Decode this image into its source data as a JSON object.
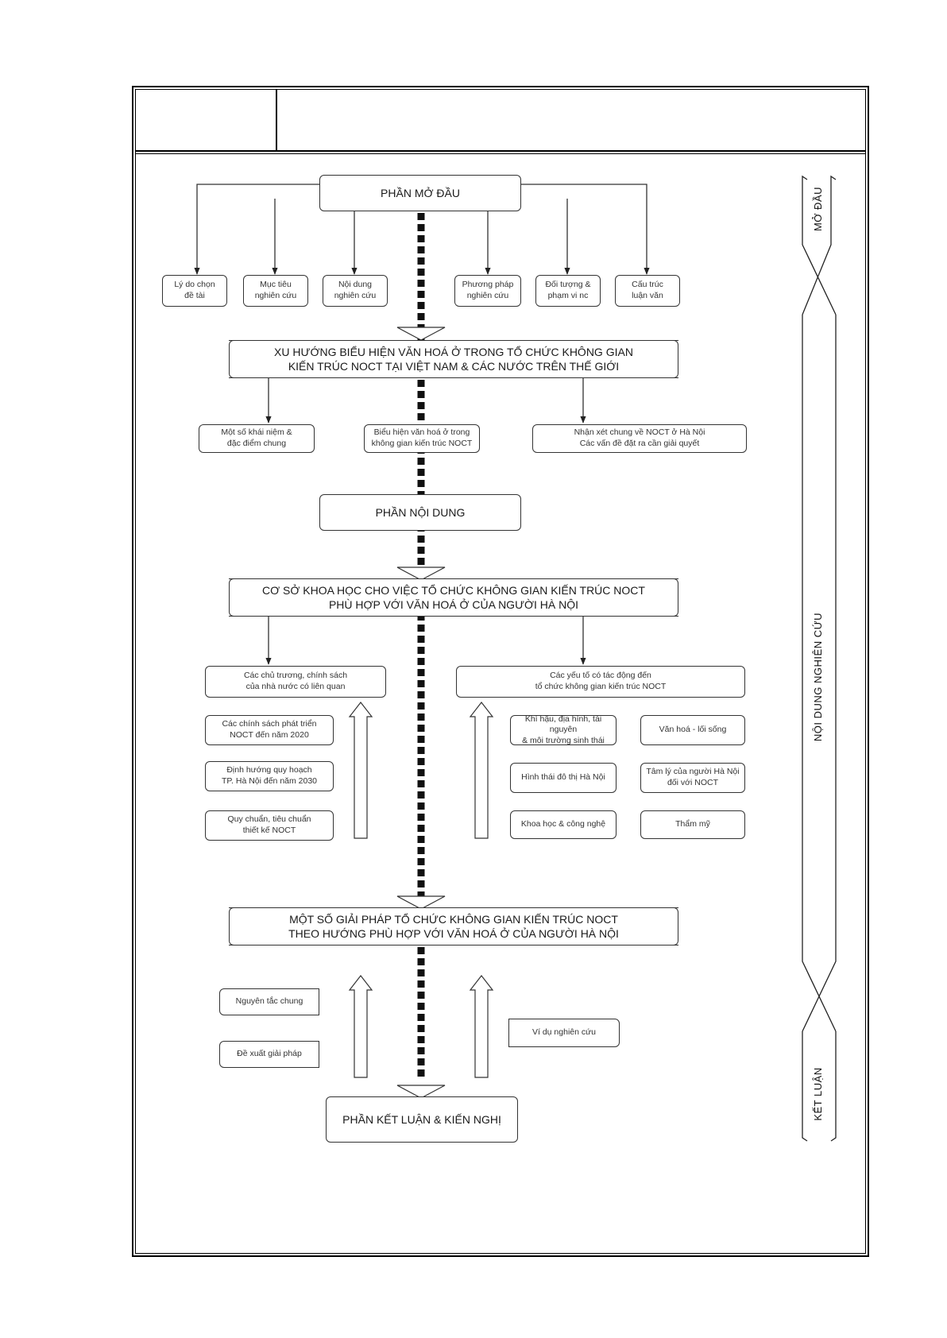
{
  "sections": {
    "intro": "PHẦN MỞ ĐẦU",
    "content": "PHẦN NỘI DUNG",
    "conclusion": "PHẦN KẾT LUẬN & KIẾN NGHỊ"
  },
  "intro_items": [
    "Lý do chọn\nđề tài",
    "Mục tiêu\nnghiên cứu",
    "Nội dung\nnghiên cứu",
    "Phương pháp\nnghiên cứu",
    "Đối tượng &\nphạm vi nc",
    "Cấu trúc\nluận văn"
  ],
  "trend": {
    "title": "XU HƯỚNG BIỂU HIỆN VĂN HOÁ Ở TRONG TỔ CHỨC KHÔNG GIAN\nKIẾN TRÚC NOCT TẠI VIỆT NAM & CÁC NƯỚC TRÊN THẾ GIỚI",
    "items": [
      "Một số khái niệm &\nđặc điểm chung",
      "Biểu hiện văn hoá ở trong\nkhông gian kiến trúc NOCT",
      "Nhận xét chung về NOCT ở Hà Nội\nCác vấn đề đặt ra cần giải quyết"
    ]
  },
  "basis": {
    "title": "CƠ SỞ KHOA HỌC CHO VIỆC TỔ CHỨC KHÔNG GIAN KIẾN TRÚC NOCT\nPHÙ HỢP VỚI VĂN HOÁ Ở CỦA NGƯỜI HÀ NỘI",
    "left_header": "Các chủ trương, chính sách\ncủa nhà nước có liên quan",
    "left_items": [
      "Các chính sách phát triển\nNOCT đến năm 2020",
      "Định hướng quy hoạch\nTP. Hà Nội đến năm 2030",
      "Quy chuẩn, tiêu chuẩn\nthiết kế NOCT"
    ],
    "right_header": "Các yếu tố có tác động đến\ntổ chức không gian kiến trúc NOCT",
    "right_items": [
      "Khí hậu, địa hình, tài nguyên\n& môi trường sinh thái",
      "Văn hoá - lối sống",
      "Hình thái đô thị Hà Nội",
      "Tâm lý của người Hà Nội\nđối với NOCT",
      "Khoa học & công nghệ",
      "Thẩm mỹ"
    ]
  },
  "solutions": {
    "title": "MỘT SỐ GIẢI PHÁP TỔ CHỨC KHÔNG GIAN KIẾN TRÚC NOCT\nTHEO HƯỚNG PHÙ HỢP VỚI VĂN HOÁ Ở CỦA NGƯỜI HÀ NỘI",
    "left_items": [
      "Nguyên tắc chung",
      "Đề xuất giải pháp"
    ],
    "right_item": "Ví dụ nghiên cứu"
  },
  "side_labels": [
    "MỞ ĐẦU",
    "NỘI DUNG NGHIÊN CỨU",
    "KẾT LUẬN"
  ]
}
